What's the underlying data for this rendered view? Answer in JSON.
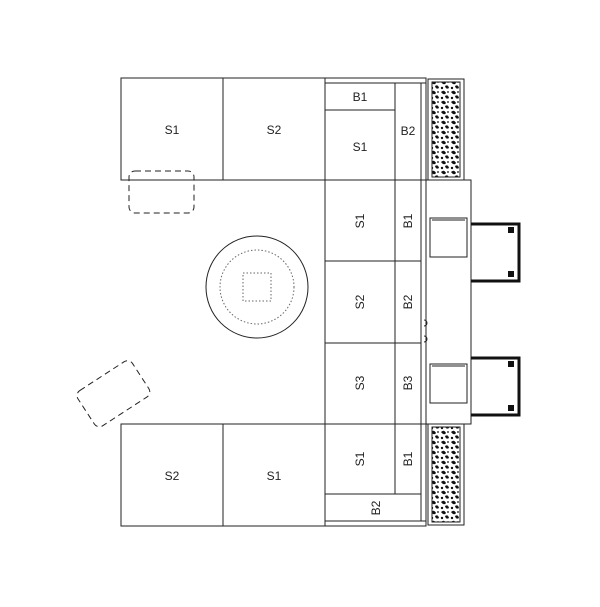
{
  "seats": {
    "top_left_s1": "S1",
    "top_left_s2": "S2",
    "top_b1": "B1",
    "top_s1": "S1",
    "top_b2": "B2",
    "row2_s1": "S1",
    "row2_b1": "B1",
    "row3_s2": "S2",
    "row3_b2": "B2",
    "row4_s3": "S3",
    "row4_b3": "B3",
    "bottom_left_s2": "S2",
    "bottom_left_s1": "S1",
    "bottom_s1": "S1",
    "bottom_b1": "B1",
    "bottom_b2": "B2"
  },
  "colors": {
    "line": "#222222",
    "planter_fill": "#111111"
  },
  "icons": {
    "planter": "planter-foliage-icon",
    "table": "round-table-icon",
    "chair": "chair-icon"
  }
}
